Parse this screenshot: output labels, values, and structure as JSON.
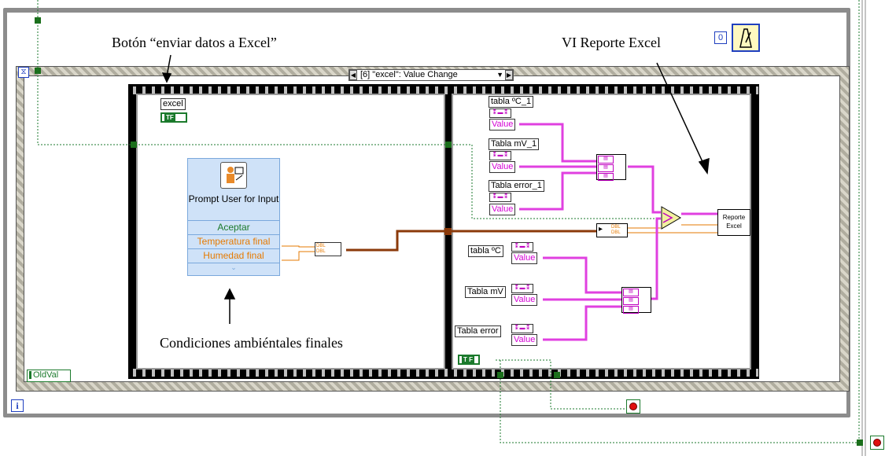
{
  "annotations": {
    "boton": "Botón “enviar datos a Excel”",
    "vi_reporte": "VI Reporte Excel",
    "condiciones": "Condiciones ambiéntales finales"
  },
  "event_selector": {
    "label": "[6] \"excel\": Value Change"
  },
  "wait_constant": "0",
  "left_frame": {
    "excel_label": "excel",
    "excel_terminal": "TF",
    "prompt_user": {
      "title": "Prompt User for Input",
      "items": [
        "Aceptar",
        "Temperatura final",
        "Humedad final"
      ]
    }
  },
  "right_frame": {
    "tables_top": [
      "tabla ºC_1",
      "Tabla mV_1",
      "Tabla error_1"
    ],
    "tables_bottom": [
      "tabla ºC",
      "Tabla mV",
      "Tabla error"
    ],
    "value_label": "Value",
    "reporte_label": "Reporte Excel",
    "bool_constant": "T F"
  },
  "oldval_label": "OldVal",
  "info_icon": "i",
  "timeout_icon": "hourglass-icon",
  "colors": {
    "wire_array": "#e040e0",
    "wire_dbl": "#e67a00",
    "wire_cluster": "#8b3a0a",
    "bool_wire": "#1b7a2c"
  }
}
